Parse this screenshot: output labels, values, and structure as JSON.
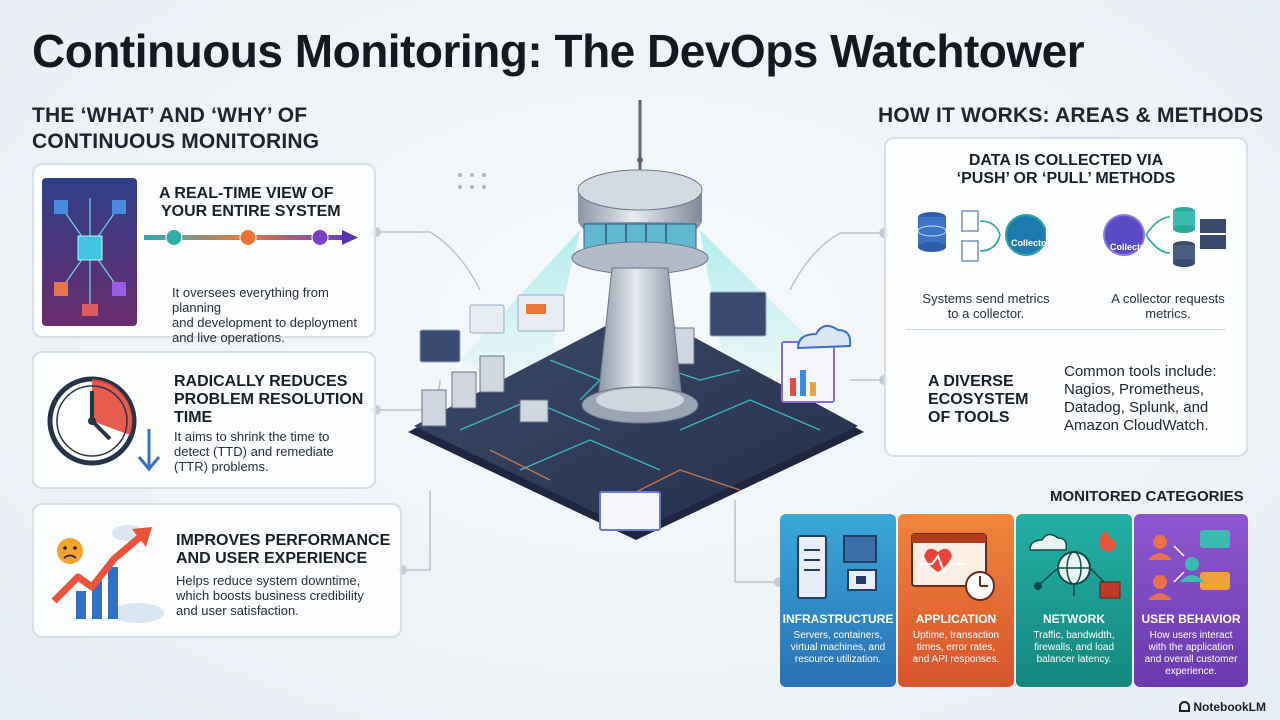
{
  "title": "Continuous Monitoring: The DevOps Watchtower",
  "left_section": {
    "heading_line1": "THE ‘WHAT’ AND ‘WHY’ OF",
    "heading_line2": "CONTINUOUS MONITORING",
    "cards": [
      {
        "title_line1": "A REAL-TIME VIEW OF",
        "title_line2": "YOUR ENTIRE SYSTEM",
        "text_line1": "It oversees everything from planning",
        "text_line2": "and development to deployment",
        "text_line3": "and live operations."
      },
      {
        "title_line1": "RADICALLY REDUCES",
        "title_line2": "PROBLEM RESOLUTION",
        "title_line3": "TIME",
        "text_line1": "It aims to shrink the time to",
        "text_line2": "detect (TTD) and remediate",
        "text_line3": "(TTR) problems."
      },
      {
        "title_line1": "IMPROVES PERFORMANCE",
        "title_line2": "AND USER EXPERIENCE",
        "text_line1": "Helps reduce system downtime,",
        "text_line2": "which boosts business credibility",
        "text_line3": "and user satisfaction."
      }
    ]
  },
  "right_section": {
    "heading": "HOW IT WORKS: AREAS & METHODS",
    "collect_card": {
      "title_line1": "DATA IS COLLECTED VIA",
      "title_line2": "‘PUSH’ OR ‘PULL’ METHODS",
      "collector_label": "Collector",
      "push_caption_line1": "Systems send metrics",
      "push_caption_line2": "to a collector.",
      "pull_caption_line1": "A collector requests",
      "pull_caption_line2": "metrics.",
      "ecosystem_line1": "A DIVERSE",
      "ecosystem_line2": "ECOSYSTEM",
      "ecosystem_line3": "OF TOOLS",
      "tools_line1": "Common tools include:",
      "tools_line2": "Nagios, Prometheus,",
      "tools_line3": "Datadog, Splunk, and",
      "tools_line4": "Amazon CloudWatch."
    },
    "categories_heading": "MONITORED CATEGORIES",
    "categories": [
      {
        "name": "INFRASTRUCTURE",
        "desc_line1": "Servers, containers,",
        "desc_line2": "virtual machines, and",
        "desc_line3": "resource utilization.",
        "desc_line4": ""
      },
      {
        "name": "APPLICATION",
        "desc_line1": "Uptime, transaction",
        "desc_line2": "times, error rates,",
        "desc_line3": "and API responses.",
        "desc_line4": ""
      },
      {
        "name": "NETWORK",
        "desc_line1": "Traffic, bandwidth,",
        "desc_line2": "firewalls, and load",
        "desc_line3": "balancer latency.",
        "desc_line4": ""
      },
      {
        "name": "USER BEHAVIOR",
        "desc_line1": "How users interact",
        "desc_line2": "with the application",
        "desc_line3": "and overall customer",
        "desc_line4": "experience."
      }
    ]
  },
  "footer": "NotebookLM",
  "colors": {
    "infrastructure": "#2e8fc4",
    "application": "#e8652f",
    "network": "#1aa59a",
    "user_behavior": "#7a4cc4"
  }
}
